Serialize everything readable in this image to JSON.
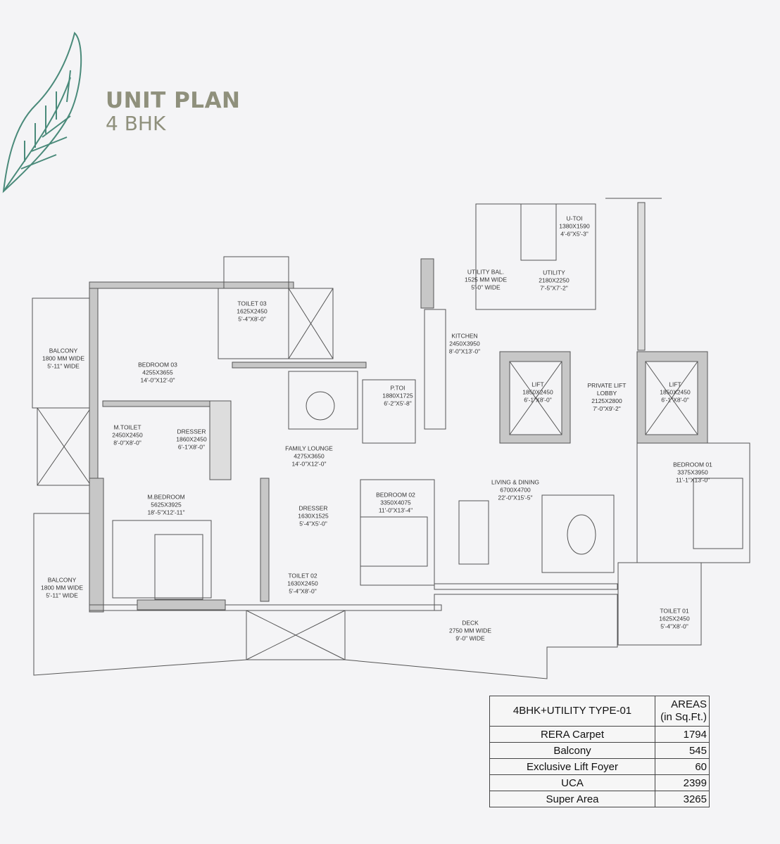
{
  "header": {
    "title": "UNIT PLAN",
    "subtitle": "4 BHK"
  },
  "colors": {
    "title": "#8f907c",
    "leaf": "#4a8a7a",
    "wall": "#c7c7c7",
    "line": "#555555",
    "background": "#f4f4f6"
  },
  "icons": {
    "logo": "leaf-icon"
  },
  "rooms": [
    {
      "name": "BALCONY",
      "metric": "1800 MM WIDE",
      "imperial": "5'-11\" WIDE"
    },
    {
      "name": "TOILET 03",
      "metric": "1625X2450",
      "imperial": "5'-4\"X8'-0\""
    },
    {
      "name": "BEDROOM 03",
      "metric": "4255X3655",
      "imperial": "14'-0\"X12'-0\""
    },
    {
      "name": "M.TOILET",
      "metric": "2450X2450",
      "imperial": "8'-0\"X8'-0\""
    },
    {
      "name": "DRESSER",
      "metric": "1860X2450",
      "imperial": "6'-1'X8'-0\""
    },
    {
      "name": "FAMILY LOUNGE",
      "metric": "4275X3650",
      "imperial": "14'-0\"X12'-0\""
    },
    {
      "name": "P.TOI",
      "metric": "1880X1725",
      "imperial": "6'-2\"X5'-8\""
    },
    {
      "name": "KITCHEN",
      "metric": "2450X3950",
      "imperial": "8'-0\"X13'-0\""
    },
    {
      "name": "UTILITY BAL.",
      "metric": "1525 MM WIDE",
      "imperial": "5'-0\" WIDE"
    },
    {
      "name": "U-TOI",
      "metric": "1380X1590",
      "imperial": "4'-6\"X5'-3\""
    },
    {
      "name": "UTILITY",
      "metric": "2180X2250",
      "imperial": "7'-5\"X7'-2\""
    },
    {
      "name": "LIFT",
      "metric": "1850X2450",
      "imperial": "6'-1\"X8'-0\""
    },
    {
      "name": "PRIVATE LIFT LOBBY",
      "metric": "2125X2800",
      "imperial": "7'-0\"X9'-2\""
    },
    {
      "name": "LIFT",
      "metric": "1850X2450",
      "imperial": "6'-1\"X8'-0\""
    },
    {
      "name": "BEDROOM 01",
      "metric": "3375X3950",
      "imperial": "11'-1\"X13'-0\""
    },
    {
      "name": "M.BEDROOM",
      "metric": "5625X3925",
      "imperial": "18'-5\"X12'-11\""
    },
    {
      "name": "DRESSER",
      "metric": "1630X1525",
      "imperial": "5'-4\"X5'-0\""
    },
    {
      "name": "BEDROOM 02",
      "metric": "3350X4075",
      "imperial": "11'-0\"X13'-4\""
    },
    {
      "name": "LIVING & DINING",
      "metric": "6700X4700",
      "imperial": "22'-0\"X15'-5\""
    },
    {
      "name": "TOILET 02",
      "metric": "1630X2450",
      "imperial": "5'-4\"X8'-0\""
    },
    {
      "name": "BALCONY",
      "metric": "1800 MM WIDE",
      "imperial": "5'-11\" WIDE"
    },
    {
      "name": "DECK",
      "metric": "2750 MM WIDE",
      "imperial": "9'-0\" WIDE"
    },
    {
      "name": "TOILET 01",
      "metric": "1625X2450",
      "imperial": "5'-4\"X8'-0\""
    }
  ],
  "area_table": {
    "header": {
      "label": "4BHK+UTILITY TYPE-01",
      "value_line1": "AREAS",
      "value_line2": "(in Sq.Ft.)"
    },
    "rows": [
      {
        "label": "RERA Carpet",
        "value": "1794"
      },
      {
        "label": "Balcony",
        "value": "545"
      },
      {
        "label": "Exclusive Lift Foyer",
        "value": "60"
      },
      {
        "label": "UCA",
        "value": "2399"
      },
      {
        "label": "Super Area",
        "value": "3265"
      }
    ]
  }
}
